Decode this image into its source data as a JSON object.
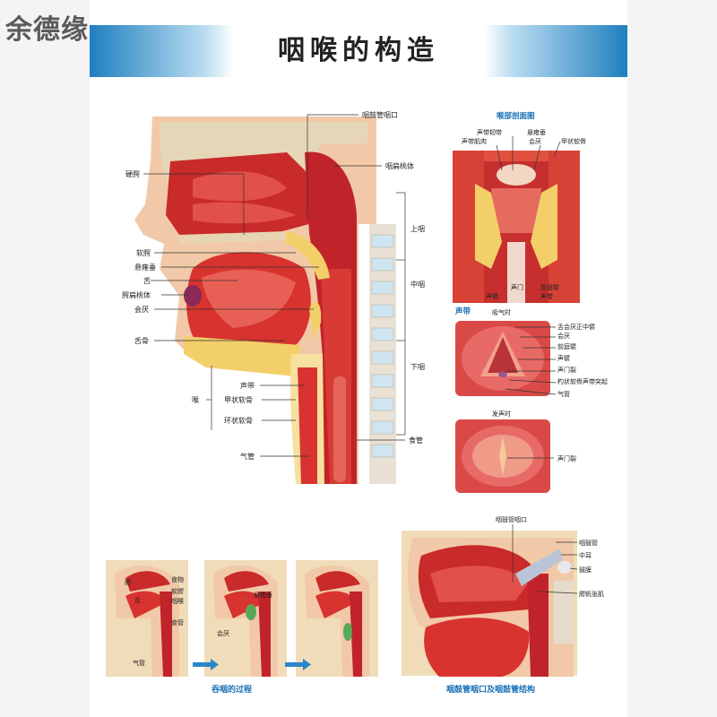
{
  "watermark": "余德缘",
  "title": "咽喉的构造",
  "colors": {
    "accent": "#1a6fb3",
    "tissue": "#d8332f",
    "fat": "#f3cf6a",
    "skin": "#f2c9a8"
  },
  "main_labels": {
    "eustachian_opening": "咽鼓管咽口",
    "pharyngeal_tonsil": "咽扁桃体",
    "hard_palate": "硬腭",
    "nasopharynx": "上咽",
    "soft_palate": "软腭",
    "uvula": "悬雍垂",
    "tongue": "舌",
    "palatine_tonsil": "腭扁桃体",
    "oropharynx": "中咽",
    "epiglottis": "会厌",
    "hyoid": "舌骨",
    "laryngopharynx": "下咽",
    "larynx": "喉",
    "vocal_cord": "声带",
    "thyroid_cartilage": "甲状软骨",
    "cricoid_cartilage": "环状软骨",
    "esophagus": "食管",
    "trachea": "气管"
  },
  "larynx_section": {
    "title": "喉部剖面图",
    "labels": {
      "vocal_ligament": "声带韧带",
      "vocalis_muscle": "声带肌肉",
      "uvula": "悬雍垂",
      "epiglottis": "会厌",
      "thyroid_cartilage": "甲状软骨",
      "vocal_fold": "声襞",
      "glottis": "声门",
      "vestibular_fold": "前庭襞",
      "vocal_cord": "声带"
    }
  },
  "vocal_cords": {
    "title": "声带",
    "inhale": {
      "title": "吸气时",
      "labels": [
        "舌会厌正中襞",
        "会厌",
        "前庭襞",
        "声襞",
        "声门裂",
        "杓状软骨声带突起",
        "气管"
      ]
    },
    "phonation": {
      "title": "发声时",
      "labels": [
        "声门裂"
      ]
    }
  },
  "swallowing": {
    "caption": "吞咽的过程",
    "labels": {
      "palate": "腭",
      "tongue": "舌",
      "food": "食物",
      "soft_palate": "软腭",
      "pharynx": "咽喉",
      "esophagus": "食管",
      "trachea": "气管",
      "uvula": "悬雍垂",
      "epiglottis": "会厌"
    }
  },
  "eustachian": {
    "caption": "咽鼓管咽口及咽鼓管结构",
    "labels": {
      "opening": "咽鼓管咽口",
      "tube": "咽鼓管",
      "middle_ear": "中耳",
      "eardrum": "鼓膜",
      "tensor_muscle": "腭帆张肌"
    }
  }
}
